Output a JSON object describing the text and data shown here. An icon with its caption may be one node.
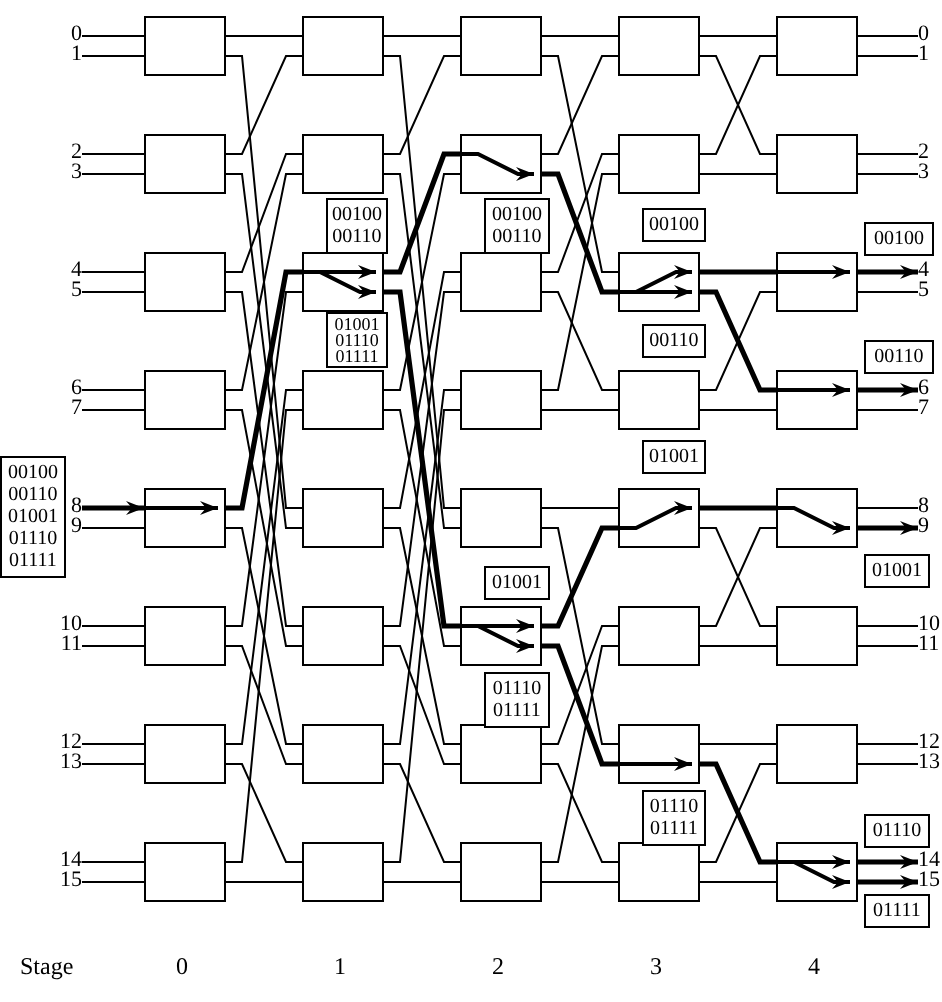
{
  "diagram": {
    "nodes": [
      {
        "text": [
          "0"
        ]
      },
      {
        "text": [
          "1"
        ]
      },
      {
        "text": [
          "2"
        ]
      },
      {
        "text": [
          "3"
        ]
      },
      {
        "text": [
          "4"
        ]
      },
      {
        "text": [
          "5"
        ]
      },
      {
        "text": [
          "6"
        ]
      },
      {
        "text": [
          "7"
        ]
      },
      {
        "text": [
          "8"
        ]
      },
      {
        "text": [
          "9"
        ]
      },
      {
        "text": [
          "10"
        ]
      },
      {
        "text": [
          "11"
        ]
      },
      {
        "text": [
          "12"
        ]
      },
      {
        "text": [
          "13"
        ]
      },
      {
        "text": [
          "14"
        ]
      },
      {
        "text": [
          "15"
        ]
      },
      {
        "text": [],
        "shape": "box"
      },
      {
        "text": [],
        "shape": "box"
      },
      {
        "text": [],
        "shape": "box"
      },
      {
        "text": [],
        "shape": "box"
      },
      {
        "text": [],
        "shape": "box"
      },
      {
        "text": [],
        "shape": "box"
      },
      {
        "text": [],
        "shape": "box"
      },
      {
        "text": [],
        "shape": "box"
      },
      {
        "text": [],
        "shape": "box"
      },
      {
        "text": [],
        "shape": "box"
      },
      {
        "text": [],
        "shape": "box"
      },
      {
        "text": [],
        "shape": "box"
      },
      {
        "text": [],
        "shape": "box"
      },
      {
        "text": [],
        "shape": "box"
      },
      {
        "text": [],
        "shape": "box"
      },
      {
        "text": [],
        "shape": "box"
      },
      {
        "text": [],
        "shape": "box"
      },
      {
        "text": [],
        "shape": "box"
      },
      {
        "text": [],
        "shape": "box"
      },
      {
        "text": [],
        "shape": "box"
      },
      {
        "text": [],
        "shape": "box"
      },
      {
        "text": [],
        "shape": "box"
      },
      {
        "text": [],
        "shape": "box"
      },
      {
        "text": [],
        "shape": "box"
      },
      {
        "text": [],
        "shape": "box"
      },
      {
        "text": [],
        "shape": "box"
      },
      {
        "text": [],
        "shape": "box"
      },
      {
        "text": [],
        "shape": "box"
      },
      {
        "text": [],
        "shape": "box"
      },
      {
        "text": [],
        "shape": "box"
      },
      {
        "text": [],
        "shape": "box"
      },
      {
        "text": [],
        "shape": "box"
      },
      {
        "text": [],
        "shape": "box"
      },
      {
        "text": [],
        "shape": "box"
      },
      {
        "text": [],
        "shape": "box"
      },
      {
        "text": [],
        "shape": "box"
      },
      {
        "text": [],
        "shape": "box"
      },
      {
        "text": [],
        "shape": "box"
      },
      {
        "text": [],
        "shape": "box"
      },
      {
        "text": [],
        "shape": "box"
      },
      {
        "text": [
          "0"
        ]
      },
      {
        "text": [
          "1"
        ]
      },
      {
        "text": [
          "2"
        ]
      },
      {
        "text": [
          "3"
        ]
      },
      {
        "text": [
          "4"
        ]
      },
      {
        "text": [
          "5"
        ]
      },
      {
        "text": [
          "6"
        ]
      },
      {
        "text": [
          "7"
        ]
      },
      {
        "text": [
          "8"
        ]
      },
      {
        "text": [
          "9"
        ]
      },
      {
        "text": [
          "10"
        ]
      },
      {
        "text": [
          "11"
        ]
      },
      {
        "text": [
          "12"
        ]
      },
      {
        "text": [
          "13"
        ]
      },
      {
        "text": [
          "14"
        ]
      },
      {
        "text": [
          "15"
        ]
      },
      {
        "text": [
          "00100",
          "00110",
          "01001",
          "01110",
          "01111"
        ]
      },
      {
        "text": [
          "00100",
          "00110"
        ]
      },
      {
        "text": [
          "00100",
          "00110"
        ]
      },
      {
        "text": [
          "00100"
        ]
      },
      {
        "text": [
          "00100"
        ]
      },
      {
        "text": [
          "01001",
          "01110",
          "01111"
        ]
      },
      {
        "text": [
          "00110"
        ]
      },
      {
        "text": [
          "00110"
        ]
      },
      {
        "text": [
          "01001"
        ]
      },
      {
        "text": [
          "01001"
        ]
      },
      {
        "text": [
          "01001"
        ]
      },
      {
        "text": [
          "01110",
          "01111"
        ]
      },
      {
        "text": [
          "01110",
          "01111"
        ]
      },
      {
        "text": [
          "01110"
        ]
      },
      {
        "text": [
          "01111"
        ]
      }
    ],
    "edges": [
      {
        "from": 0,
        "to": 16,
        "arrow": "none"
      },
      {
        "from": 1,
        "to": 16,
        "arrow": "none"
      },
      {
        "from": 2,
        "to": 17,
        "arrow": "none"
      },
      {
        "from": 3,
        "to": 17,
        "arrow": "none"
      },
      {
        "from": 4,
        "to": 18,
        "arrow": "none"
      },
      {
        "from": 5,
        "to": 18,
        "arrow": "none"
      },
      {
        "from": 6,
        "to": 19,
        "arrow": "none"
      },
      {
        "from": 7,
        "to": 19,
        "arrow": "none"
      },
      {
        "from": 8,
        "to": 20,
        "arrow": "to",
        "style": "thick"
      },
      {
        "from": 9,
        "to": 20,
        "arrow": "none"
      },
      {
        "from": 10,
        "to": 21,
        "arrow": "none"
      },
      {
        "from": 11,
        "to": 21,
        "arrow": "none"
      },
      {
        "from": 12,
        "to": 22,
        "arrow": "none"
      },
      {
        "from": 13,
        "to": 22,
        "arrow": "none"
      },
      {
        "from": 14,
        "to": 23,
        "arrow": "none"
      },
      {
        "from": 15,
        "to": 23,
        "arrow": "none"
      },
      {
        "from": 16,
        "to": 24,
        "arrow": "none"
      },
      {
        "from": 16,
        "to": 28,
        "arrow": "none"
      },
      {
        "from": 17,
        "to": 24,
        "arrow": "none"
      },
      {
        "from": 17,
        "to": 28,
        "arrow": "none"
      },
      {
        "from": 18,
        "to": 25,
        "arrow": "none"
      },
      {
        "from": 18,
        "to": 29,
        "arrow": "none"
      },
      {
        "from": 19,
        "to": 25,
        "arrow": "none"
      },
      {
        "from": 19,
        "to": 29,
        "arrow": "none"
      },
      {
        "from": 20,
        "to": 26,
        "arrow": "none",
        "style": "thick"
      },
      {
        "from": 20,
        "to": 30,
        "arrow": "none"
      },
      {
        "from": 21,
        "to": 26,
        "arrow": "none"
      },
      {
        "from": 21,
        "to": 30,
        "arrow": "none"
      },
      {
        "from": 22,
        "to": 27,
        "arrow": "none"
      },
      {
        "from": 22,
        "to": 31,
        "arrow": "none"
      },
      {
        "from": 23,
        "to": 27,
        "arrow": "none"
      },
      {
        "from": 23,
        "to": 31,
        "arrow": "none"
      },
      {
        "from": 24,
        "to": 32,
        "arrow": "none"
      },
      {
        "from": 24,
        "to": 36,
        "arrow": "none"
      },
      {
        "from": 25,
        "to": 32,
        "arrow": "none"
      },
      {
        "from": 25,
        "to": 36,
        "arrow": "none"
      },
      {
        "from": 26,
        "to": 33,
        "arrow": "none",
        "style": "thick"
      },
      {
        "from": 26,
        "to": 37,
        "arrow": "none",
        "style": "thick"
      },
      {
        "from": 27,
        "to": 33,
        "arrow": "none"
      },
      {
        "from": 27,
        "to": 37,
        "arrow": "none"
      },
      {
        "from": 28,
        "to": 34,
        "arrow": "none"
      },
      {
        "from": 28,
        "to": 38,
        "arrow": "none"
      },
      {
        "from": 29,
        "to": 34,
        "arrow": "none"
      },
      {
        "from": 29,
        "to": 38,
        "arrow": "none"
      },
      {
        "from": 30,
        "to": 35,
        "arrow": "none"
      },
      {
        "from": 30,
        "to": 39,
        "arrow": "none"
      },
      {
        "from": 31,
        "to": 35,
        "arrow": "none"
      },
      {
        "from": 31,
        "to": 39,
        "arrow": "none"
      },
      {
        "from": 32,
        "to": 40,
        "arrow": "none"
      },
      {
        "from": 32,
        "to": 42,
        "arrow": "none"
      },
      {
        "from": 33,
        "to": 40,
        "arrow": "none"
      },
      {
        "from": 33,
        "to": 42,
        "arrow": "none",
        "style": "thick"
      },
      {
        "from": 34,
        "to": 41,
        "arrow": "none"
      },
      {
        "from": 34,
        "to": 43,
        "arrow": "none"
      },
      {
        "from": 35,
        "to": 41,
        "arrow": "none"
      },
      {
        "from": 35,
        "to": 43,
        "arrow": "none"
      },
      {
        "from": 36,
        "to": 44,
        "arrow": "none"
      },
      {
        "from": 36,
        "to": 46,
        "arrow": "none"
      },
      {
        "from": 37,
        "to": 44,
        "arrow": "none",
        "style": "thick"
      },
      {
        "from": 37,
        "to": 46,
        "arrow": "none",
        "style": "thick"
      },
      {
        "from": 38,
        "to": 45,
        "arrow": "none"
      },
      {
        "from": 38,
        "to": 47,
        "arrow": "none"
      },
      {
        "from": 39,
        "to": 45,
        "arrow": "none"
      },
      {
        "from": 39,
        "to": 47,
        "arrow": "none"
      },
      {
        "from": 40,
        "to": 48,
        "arrow": "none"
      },
      {
        "from": 40,
        "to": 49,
        "arrow": "none"
      },
      {
        "from": 41,
        "to": 48,
        "arrow": "none"
      },
      {
        "from": 41,
        "to": 49,
        "arrow": "none"
      },
      {
        "from": 42,
        "to": 50,
        "arrow": "none",
        "style": "thick"
      },
      {
        "from": 42,
        "to": 51,
        "arrow": "none",
        "style": "thick"
      },
      {
        "from": 43,
        "to": 50,
        "arrow": "none"
      },
      {
        "from": 43,
        "to": 51,
        "arrow": "none"
      },
      {
        "from": 44,
        "to": 52,
        "arrow": "none",
        "style": "thick"
      },
      {
        "from": 44,
        "to": 53,
        "arrow": "none"
      },
      {
        "from": 45,
        "to": 52,
        "arrow": "none"
      },
      {
        "from": 45,
        "to": 53,
        "arrow": "none"
      },
      {
        "from": 46,
        "to": 54,
        "arrow": "none"
      },
      {
        "from": 46,
        "to": 55,
        "arrow": "none",
        "style": "thick"
      },
      {
        "from": 47,
        "to": 54,
        "arrow": "none"
      },
      {
        "from": 47,
        "to": 55,
        "arrow": "none"
      },
      {
        "from": 48,
        "to": 56,
        "arrow": "none"
      },
      {
        "from": 48,
        "to": 57,
        "arrow": "none"
      },
      {
        "from": 49,
        "to": 58,
        "arrow": "none"
      },
      {
        "from": 49,
        "to": 59,
        "arrow": "none"
      },
      {
        "from": 50,
        "to": 60,
        "arrow": "to",
        "style": "thick"
      },
      {
        "from": 50,
        "to": 61,
        "arrow": "none"
      },
      {
        "from": 51,
        "to": 62,
        "arrow": "to",
        "style": "thick"
      },
      {
        "from": 51,
        "to": 63,
        "arrow": "none"
      },
      {
        "from": 52,
        "to": 64,
        "arrow": "none"
      },
      {
        "from": 52,
        "to": 65,
        "arrow": "to",
        "style": "thick"
      },
      {
        "from": 53,
        "to": 66,
        "arrow": "none"
      },
      {
        "from": 53,
        "to": 67,
        "arrow": "none"
      },
      {
        "from": 54,
        "to": 68,
        "arrow": "none"
      },
      {
        "from": 54,
        "to": 69,
        "arrow": "none"
      },
      {
        "from": 55,
        "to": 70,
        "arrow": "to",
        "style": "thick"
      },
      {
        "from": 55,
        "to": 71,
        "arrow": "to",
        "style": "thick"
      }
    ],
    "labels": [
      "Stage",
      "0",
      "1",
      "2",
      "3",
      "4"
    ]
  }
}
